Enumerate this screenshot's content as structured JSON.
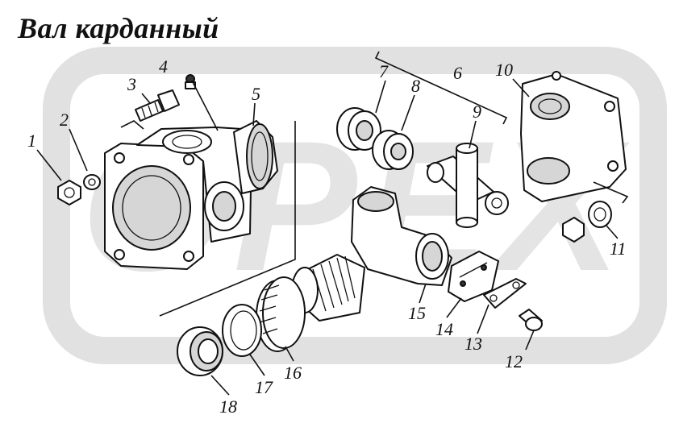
{
  "title": "Вал карданный",
  "watermark_text": "OPEX",
  "colors": {
    "ink": "#111111",
    "watermark": "#d9d9d9",
    "background": "#ffffff"
  },
  "callouts": [
    {
      "id": "1",
      "label": "1"
    },
    {
      "id": "2",
      "label": "2"
    },
    {
      "id": "3",
      "label": "3"
    },
    {
      "id": "4",
      "label": "4"
    },
    {
      "id": "5",
      "label": "5"
    },
    {
      "id": "6",
      "label": "6"
    },
    {
      "id": "7",
      "label": "7"
    },
    {
      "id": "8",
      "label": "8"
    },
    {
      "id": "9",
      "label": "9"
    },
    {
      "id": "10",
      "label": "10"
    },
    {
      "id": "11",
      "label": "11"
    },
    {
      "id": "12",
      "label": "12"
    },
    {
      "id": "13",
      "label": "13"
    },
    {
      "id": "14",
      "label": "14"
    },
    {
      "id": "15",
      "label": "15"
    },
    {
      "id": "16",
      "label": "16"
    },
    {
      "id": "17",
      "label": "17"
    },
    {
      "id": "18",
      "label": "18"
    }
  ]
}
